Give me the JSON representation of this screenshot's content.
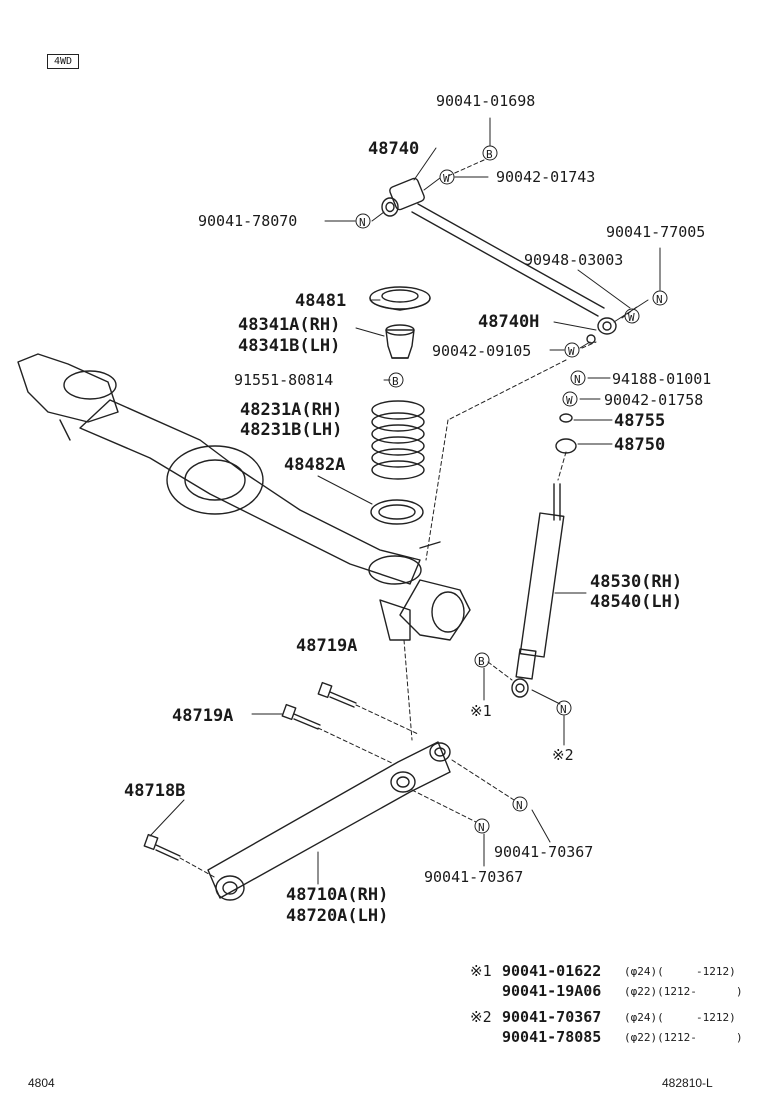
{
  "header": {
    "tag": "4WD"
  },
  "callouts": {
    "c1": "90041-01698",
    "c2": "48740",
    "c3": "90042-01743",
    "c4": "90041-78070",
    "c5": "90041-77005",
    "c6": "90948-03003",
    "c7": "48481",
    "c8": "48341A(RH)",
    "c9": "48341B(LH)",
    "c10": "48740H",
    "c11": "90042-09105",
    "c12": "91551-80814",
    "c13": "94188-01001",
    "c14": "90042-01758",
    "c15": "48231A(RH)",
    "c16": "48231B(LH)",
    "c17": "48755",
    "c18": "48750",
    "c19": "48482A",
    "c20": "48530(RH)",
    "c21": "48540(LH)",
    "c22": "48719A",
    "c23": "48719A",
    "c24": "48718B",
    "c25": "90041-70367",
    "c26": "90041-70367",
    "c27": "48710A(RH)",
    "c28": "48720A(LH)"
  },
  "markers": {
    "b": "B",
    "w": "W",
    "n": "N",
    "ref1": "※1",
    "ref2": "※2"
  },
  "notes": [
    {
      "mark": "※1",
      "part": "90041-01622",
      "size": "(φ24)(",
      "range": "-1212)"
    },
    {
      "mark": "",
      "part": "90041-19A06",
      "size": "(φ22)(1212-",
      "range": ")"
    },
    {
      "mark": "※2",
      "part": "90041-70367",
      "size": "(φ24)(",
      "range": "-1212)"
    },
    {
      "mark": "",
      "part": "90041-78085",
      "size": "(φ22)(1212-",
      "range": ")"
    }
  ],
  "footer": {
    "left": "4804",
    "right": "482810-L"
  },
  "colors": {
    "line": "#222222",
    "paper": "#ffffff"
  }
}
